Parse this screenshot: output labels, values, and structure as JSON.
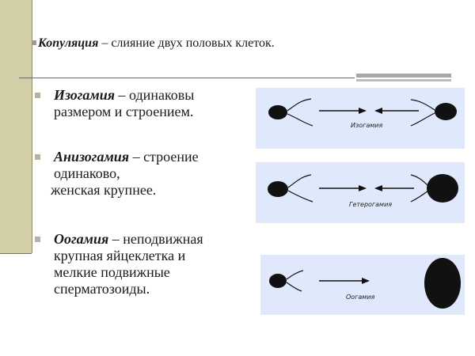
{
  "title": {
    "term": "Копуляция",
    "rest": " – слияние двух половых клеток."
  },
  "bullets": [
    {
      "term": "Изогамия",
      "lines": [
        " – одинаковы",
        "размером и строением."
      ]
    },
    {
      "term": "Анизогамия",
      "lines": [
        " – строение",
        "одинаково,",
        "женская крупнее."
      ]
    },
    {
      "term": "Оогамия",
      "lines": [
        " – неподвижная",
        "крупная яйцеклетка и",
        "мелкие подвижные",
        "сперматозоиды."
      ]
    }
  ],
  "diagrams": [
    {
      "caption": "Изогамия"
    },
    {
      "caption": "Гетерогамия"
    },
    {
      "caption": "Оогамия"
    }
  ],
  "colors": {
    "side_strip": "#d2cfa7",
    "panel": "#dfe9fb"
  }
}
